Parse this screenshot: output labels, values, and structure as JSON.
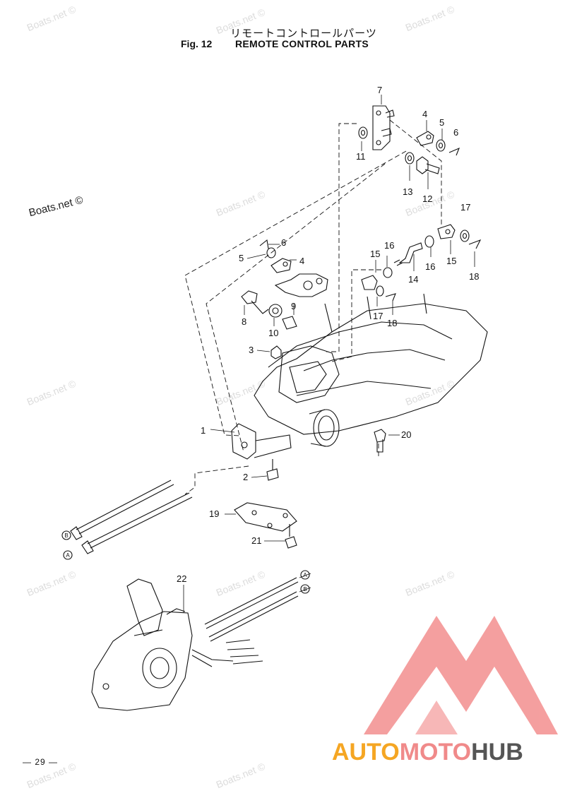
{
  "header": {
    "japanese_title": "リモートコントロールパーツ",
    "figure_label": "Fig. 12",
    "figure_title": "REMOTE CONTROL PARTS"
  },
  "watermark": "Boats.net ©",
  "page_number": "— 29 —",
  "logo": {
    "part1": "AUTO",
    "part2": "MOTO",
    "part3": "HUB"
  },
  "callouts": {
    "p1": "1",
    "p2": "2",
    "p3": "3",
    "p4a": "4",
    "p4b": "4",
    "p5a": "5",
    "p5b": "5",
    "p6a": "6",
    "p6b": "6",
    "p7": "7",
    "p8": "8",
    "p9": "9",
    "p10": "10",
    "p11": "11",
    "p12": "12",
    "p13": "13",
    "p14": "14",
    "p15a": "15",
    "p15b": "15",
    "p16a": "16",
    "p16b": "16",
    "p17a": "17",
    "p17b": "17",
    "p18a": "18",
    "p18b": "18",
    "p19": "19",
    "p20": "20",
    "p21": "21",
    "p22": "22"
  },
  "cable_markers": {
    "a": "A",
    "b": "B"
  },
  "colors": {
    "line": "#111111",
    "watermark": "#dcdcdc",
    "logo_triangle": "#f49a9a",
    "logo_auto": "#f5a623",
    "logo_hub": "#555555"
  }
}
